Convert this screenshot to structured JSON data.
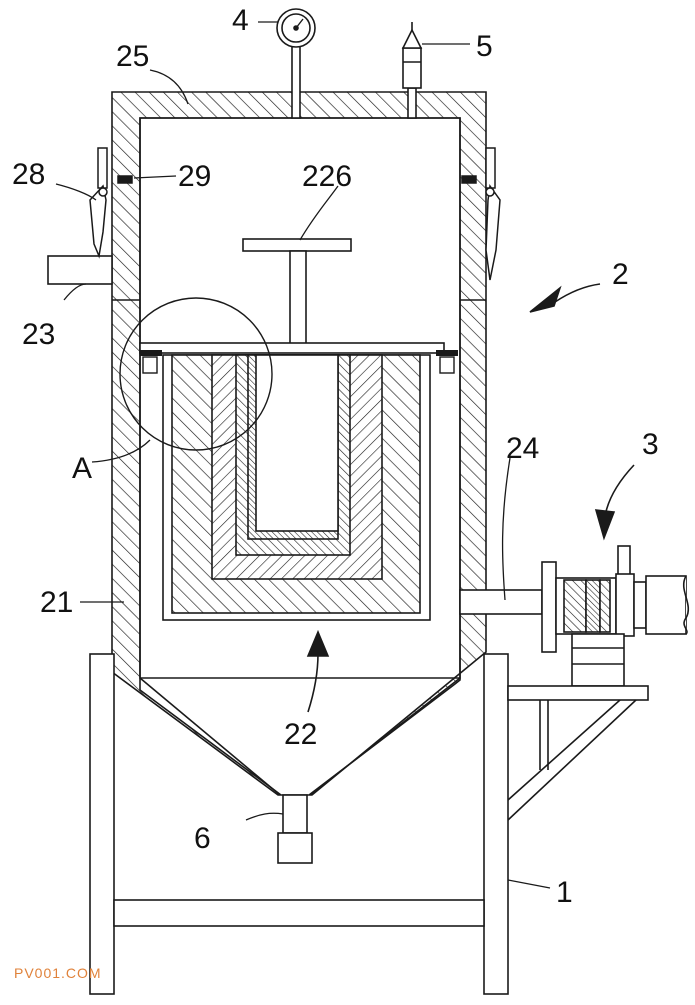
{
  "labels": {
    "l1": "1",
    "l2": "2",
    "l3": "3",
    "l4": "4",
    "l5": "5",
    "l6": "6",
    "l21": "21",
    "l22": "22",
    "l23": "23",
    "l24": "24",
    "l25": "25",
    "l28": "28",
    "l29": "29",
    "l226": "226",
    "lA": "A"
  },
  "watermark": "PV001.COM",
  "colors": {
    "stroke": "#1a1a1a",
    "watermark": "#e0823a",
    "background": "#ffffff"
  }
}
